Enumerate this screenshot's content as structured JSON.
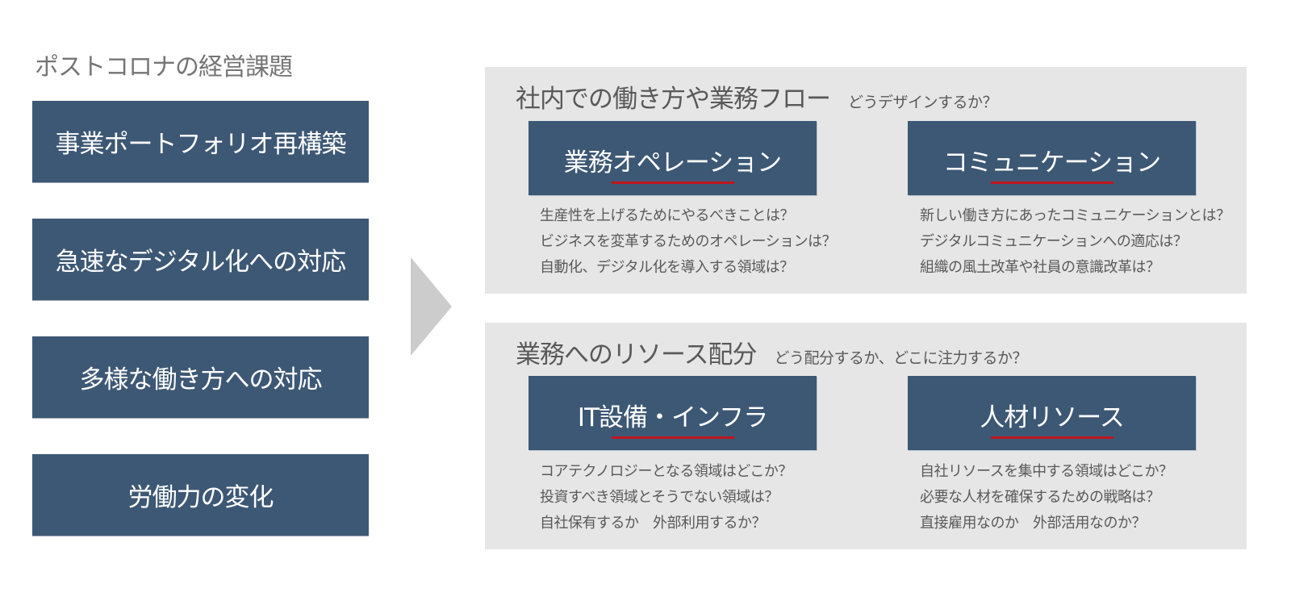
{
  "title": "ポストコロナの経営課題",
  "issues": [
    {
      "label": "事業ポートフォリオ再構築"
    },
    {
      "label": "急速なデジタル化への対応"
    },
    {
      "label": "多様な働き方への対応"
    },
    {
      "label": "労働力の変化"
    }
  ],
  "arrow_icon": "chevron-right-triangle",
  "panels": [
    {
      "heading": "社内での働き方や業務フロー",
      "subheading": "どうデザインするか？",
      "cards": [
        {
          "title": "業務オペレーション",
          "questions": [
            "生産性を上げるためにやるべきことは？",
            "ビジネスを変革するためのオペレーションは？",
            "自動化、デジタル化を導入する領域は？"
          ]
        },
        {
          "title": "コミュニケーション",
          "questions": [
            "新しい働き方にあったコミュニケーションとは？",
            "デジタルコミュニケーションへの適応は？",
            "組織の風土改革や社員の意識改革は？"
          ]
        }
      ]
    },
    {
      "heading": "業務へのリソース配分",
      "subheading": "どう配分するか、どこに注力するか？",
      "cards": [
        {
          "title": "IT設備・インフラ",
          "questions": [
            "コアテクノロジーとなる領域はどこか？",
            "投資すべき領域とそうでない領域は？",
            "自社保有するか　外部利用するか？"
          ]
        },
        {
          "title": "人材リソース",
          "questions": [
            "自社リソースを集中する領域はどこか？",
            "必要な人材を確保するための戦略は？",
            "直接雇用なのか　外部活用なのか？"
          ]
        }
      ]
    }
  ],
  "colors": {
    "box_fill": "#3d5875",
    "panel_fill": "#e6e6e6",
    "accent_underline": "#c0161c",
    "arrow": "#cccccc",
    "text_gray": "#595959"
  }
}
